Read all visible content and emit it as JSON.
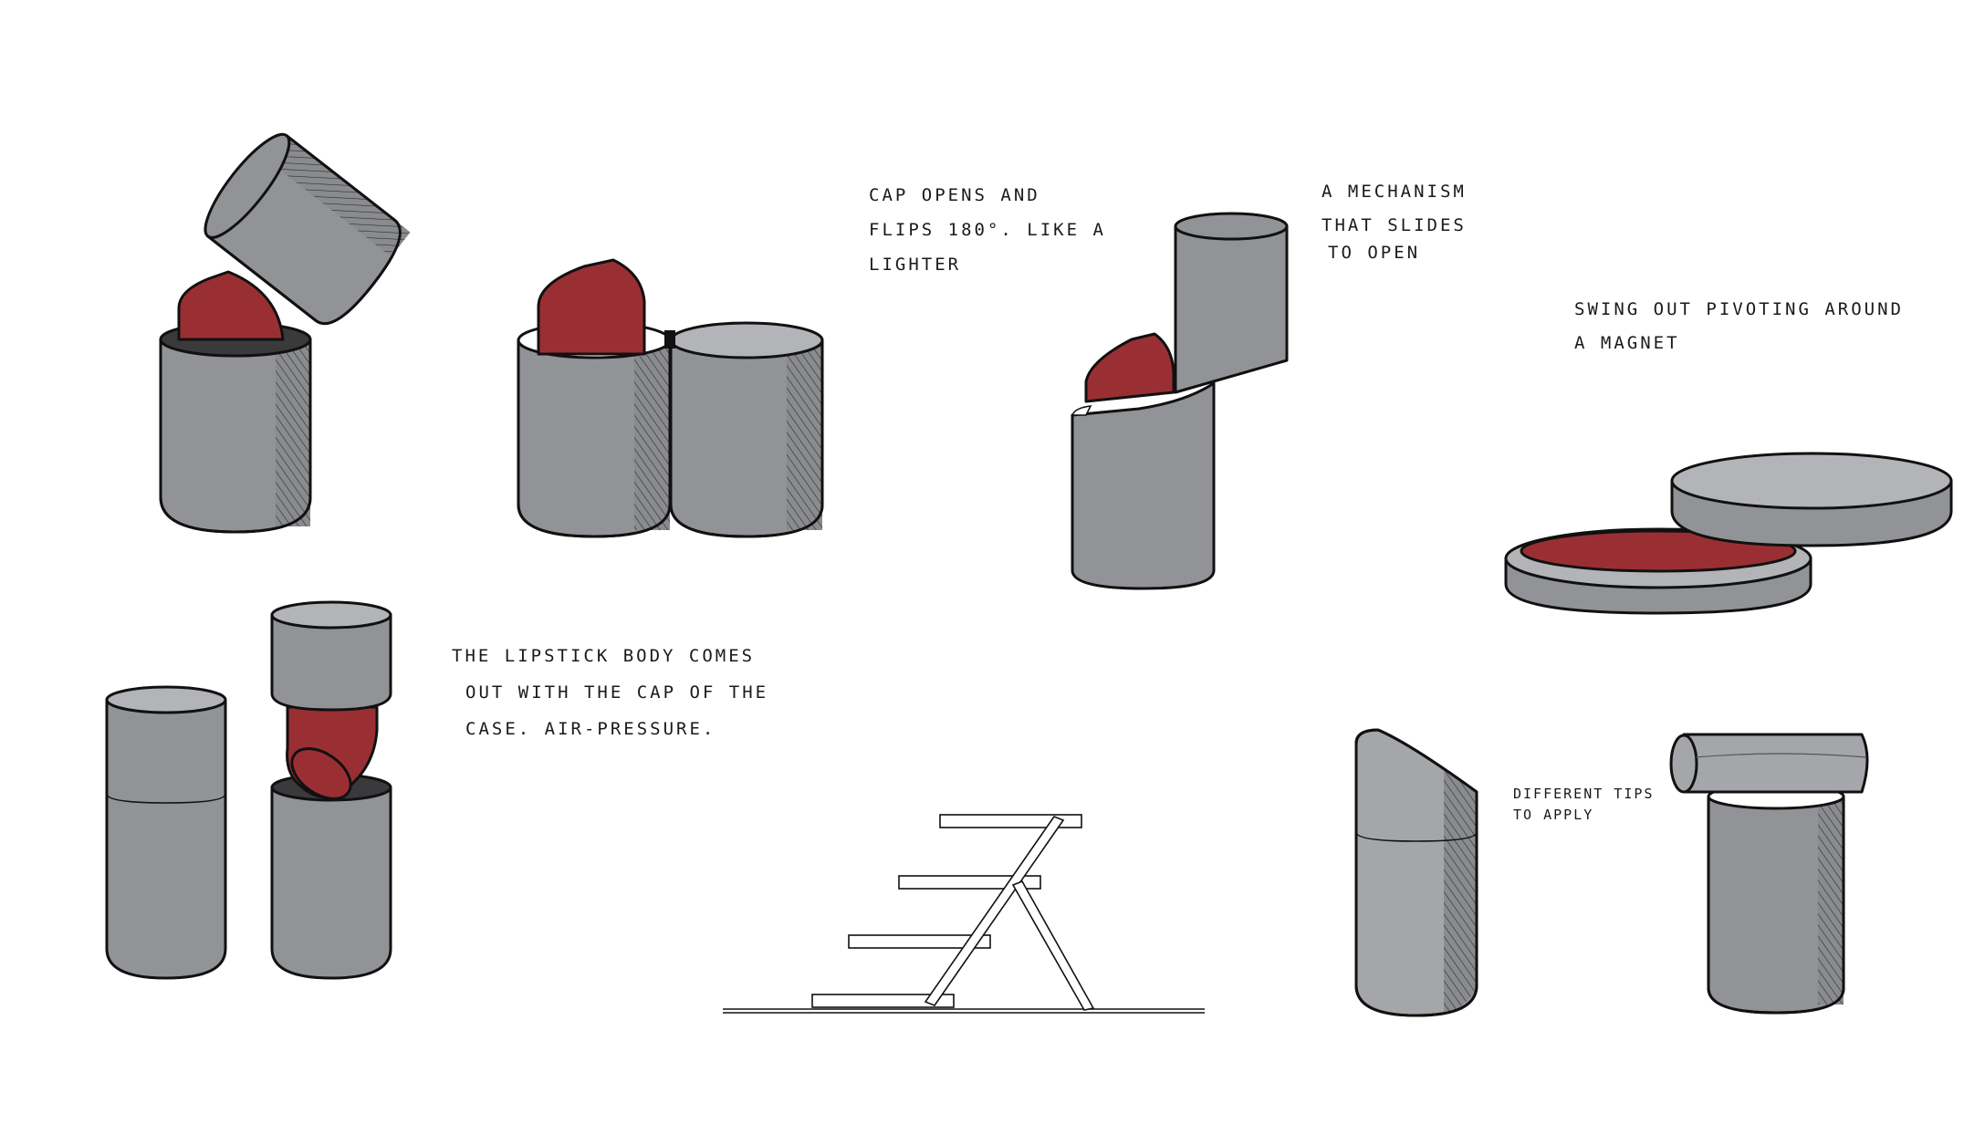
{
  "colors": {
    "body": "#929396",
    "body_dark": "#7d7e82",
    "top": "#b3b4b7",
    "lipstick": "#9a2f33",
    "outline": "#111111",
    "background": "#ffffff"
  },
  "notes": {
    "flip_cap": [
      "Cap opens and",
      "flips 180°. like a",
      "lighter"
    ],
    "slide": [
      "A mechanism",
      "that slides",
      "to open"
    ],
    "swing": [
      "Swing out  pivoting around",
      "a magnet"
    ],
    "air": [
      "The lipstick body comes",
      "out with the cap of the",
      "case. air-pressure."
    ],
    "tips": [
      "Different tips",
      "to apply"
    ]
  }
}
